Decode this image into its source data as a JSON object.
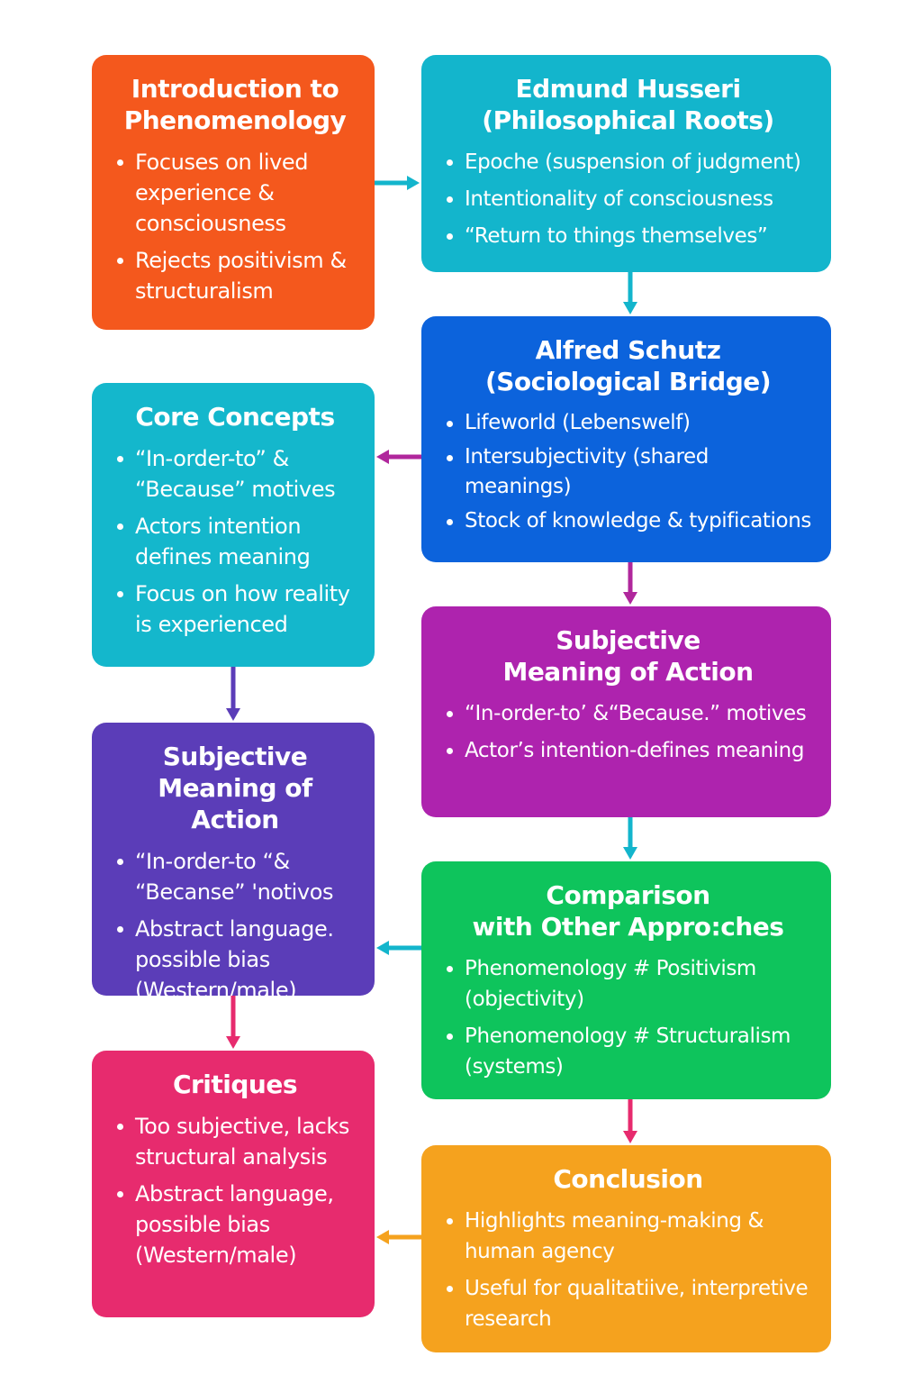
{
  "boxes": {
    "intro": {
      "title": [
        "Introduction to",
        "Phenomenology"
      ],
      "bullets": [
        "Focuses on lived experience & consciousness",
        "Rejects positivism & structuralism"
      ],
      "color": "#F4581D"
    },
    "husserl": {
      "title": [
        "Edmund Husseri",
        "(Philosophical Roots)"
      ],
      "bullets": [
        "Epoche (suspension of judgment)",
        "Intentionality of consciousness",
        "“Return to things themselves”"
      ],
      "color": "#13B5CC"
    },
    "schutz": {
      "title": [
        "Alfred Schutz",
        "(Sociological Bridge)"
      ],
      "bullets": [
        "Lifeworld (Lebenswelf)",
        "Intersubjectivity (shared meanings)",
        "Stock of knowledge & typifications"
      ],
      "color": "#0C63DC"
    },
    "core": {
      "title": [
        "Core Concepts"
      ],
      "bullets": [
        "“In-order-to” & “Because” motives",
        "Actors intention defines meaning",
        "Focus on how reality is experienced"
      ],
      "color": "#14B7CC"
    },
    "subjective_right": {
      "title": [
        "Subjective",
        "Meaning of Action"
      ],
      "bullets": [
        "“In-order-to’ &“Because.” motives",
        "Actor’s intention-defines meaning"
      ],
      "color": "#AE23AE"
    },
    "subjective_left": {
      "title": [
        "Subjective",
        "Meaning of Action"
      ],
      "bullets": [
        "“In-order-to “& “Becanse” 'notivos",
        "Abstract language. possible bias (Western/male)"
      ],
      "color": "#5B3DB8"
    },
    "comparison": {
      "title": [
        "Comparison",
        "with Other Appro:ches"
      ],
      "bullets": [
        "Phenomenology # Positivism (objectivity)",
        "Phenomenology # Structuralism (systems)"
      ],
      "color": "#0EC45C"
    },
    "critiques": {
      "title": [
        "Critiques"
      ],
      "bullets": [
        "Too subjective, lacks structural analysis",
        "Abstract language, possible bias (Western/male)"
      ],
      "color": "#E72B6E"
    },
    "conclusion": {
      "title": [
        "Conclusion"
      ],
      "bullets": [
        "Highlights meaning-making & human agency",
        "Useful for qualitatiive, interpretive research"
      ],
      "color": "#F5A21E"
    }
  },
  "connectors": [
    {
      "from": "intro",
      "to": "husserl",
      "color": "#13B5CC"
    },
    {
      "from": "husserl",
      "to": "schutz",
      "color": "#13B5CC"
    },
    {
      "from": "schutz",
      "to": "core",
      "color": "#B0279C"
    },
    {
      "from": "schutz",
      "to": "subjective_right",
      "color": "#B0279C"
    },
    {
      "from": "core",
      "to": "subjective_left",
      "color": "#5B3DB8"
    },
    {
      "from": "subjective_right",
      "to": "comparison",
      "color": "#13B5CC"
    },
    {
      "from": "comparison",
      "to": "subjective_left",
      "color": "#13B5CC"
    },
    {
      "from": "subjective_left",
      "to": "critiques",
      "color": "#E72B6E"
    },
    {
      "from": "comparison",
      "to": "conclusion",
      "color": "#E72B6E"
    },
    {
      "from": "conclusion",
      "to": "critiques",
      "color": "#F5A21E"
    }
  ]
}
